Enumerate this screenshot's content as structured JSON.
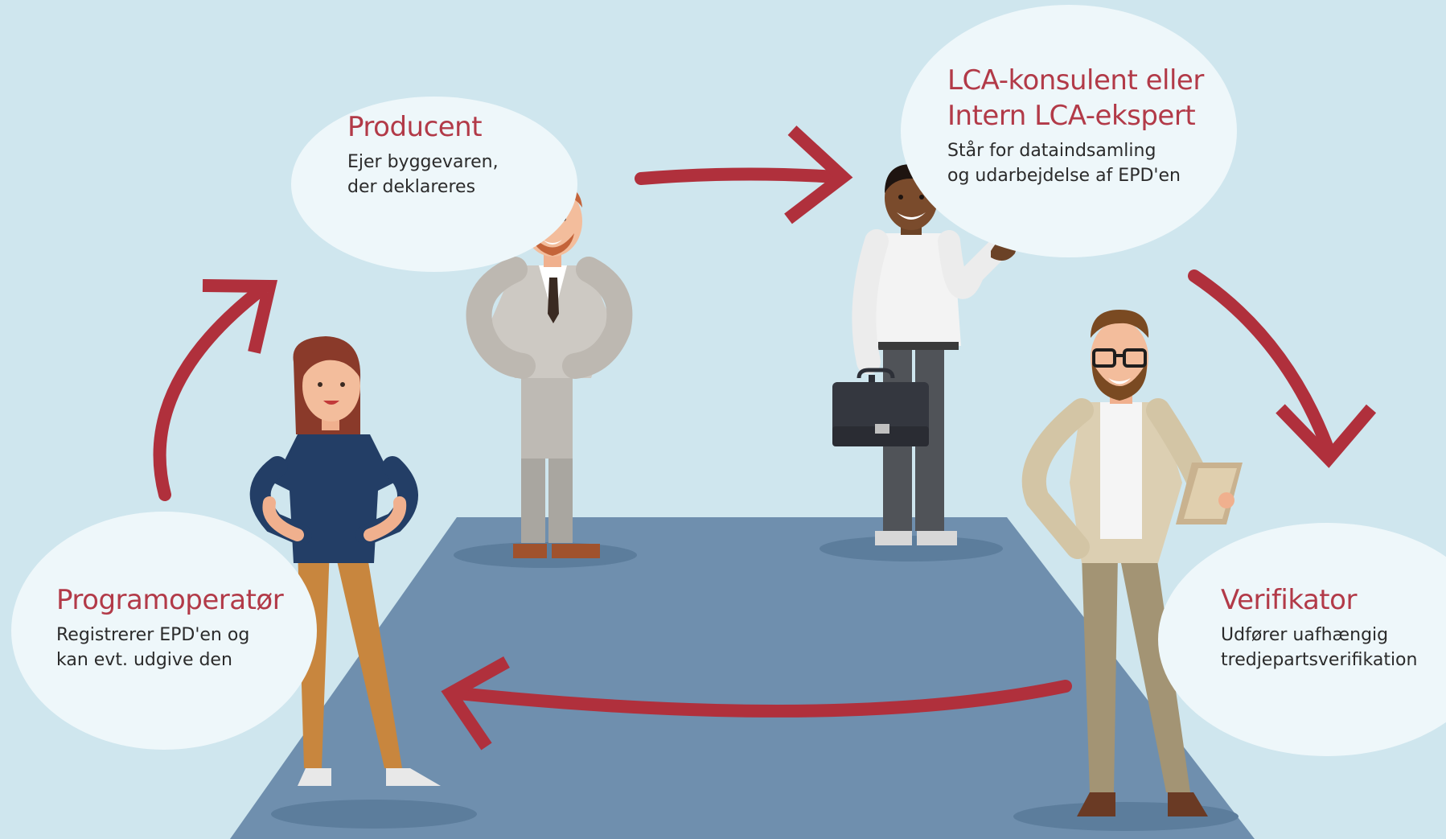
{
  "roles": {
    "producent": {
      "title": "Producent",
      "description": "Ejer byggevaren,\nder deklareres"
    },
    "lca": {
      "title": "LCA-konsulent eller\nIntern LCA-ekspert",
      "description": "Står for dataindsamling\nog udarbejdelse af EPD'en"
    },
    "verifikator": {
      "title": "Verifikator",
      "description": "Udfører uafhængig\ntredjepartsverifikation"
    },
    "programoperator": {
      "title": "Programoperatør",
      "description": "Registrerer EPD'en og\nkan evt. udgive den"
    }
  },
  "colors": {
    "background": "#cfe6ee",
    "bubble": "#eef7fa",
    "accent": "#b23a48",
    "floor": "#6f8fae"
  }
}
